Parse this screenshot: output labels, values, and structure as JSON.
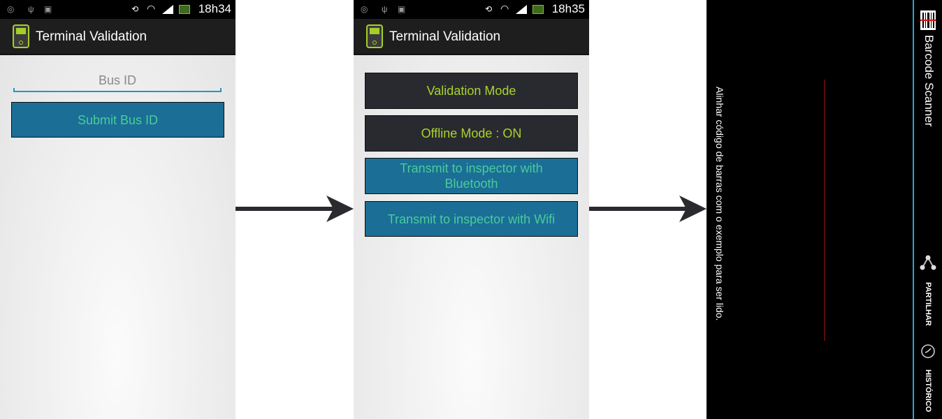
{
  "screens": [
    {
      "status_bar": {
        "time": "18h34"
      },
      "app_title": "Terminal Validation",
      "bus_id_placeholder": "Bus ID",
      "submit_label": "Submit Bus ID"
    },
    {
      "status_bar": {
        "time": "18h35"
      },
      "app_title": "Terminal Validation",
      "buttons": [
        "Validation Mode",
        "Offline Mode : ON",
        "Transmit to inspector with Bluetooth",
        "Transmit to inspector with Wifi"
      ]
    }
  ],
  "scanner": {
    "title": "Barcode Scanner",
    "hint": "Alinhar código de barras com o exemplo para ser lido.",
    "share_label": "PARTILHAR",
    "history_label": "HISTÓRICO"
  },
  "colors": {
    "accent_blue": "#1b6e95",
    "accent_green": "#a9d32b",
    "button_dark": "#292a30",
    "scanner_edge": "#2aa3d5"
  },
  "icons": [
    "device-icon",
    "usb-icon",
    "android-icon",
    "rotate-icon",
    "wifi-icon",
    "signal-icon",
    "battery-icon",
    "terminal-app-icon",
    "arrow-right-icon",
    "barcode-icon",
    "share-icon",
    "history-icon"
  ]
}
